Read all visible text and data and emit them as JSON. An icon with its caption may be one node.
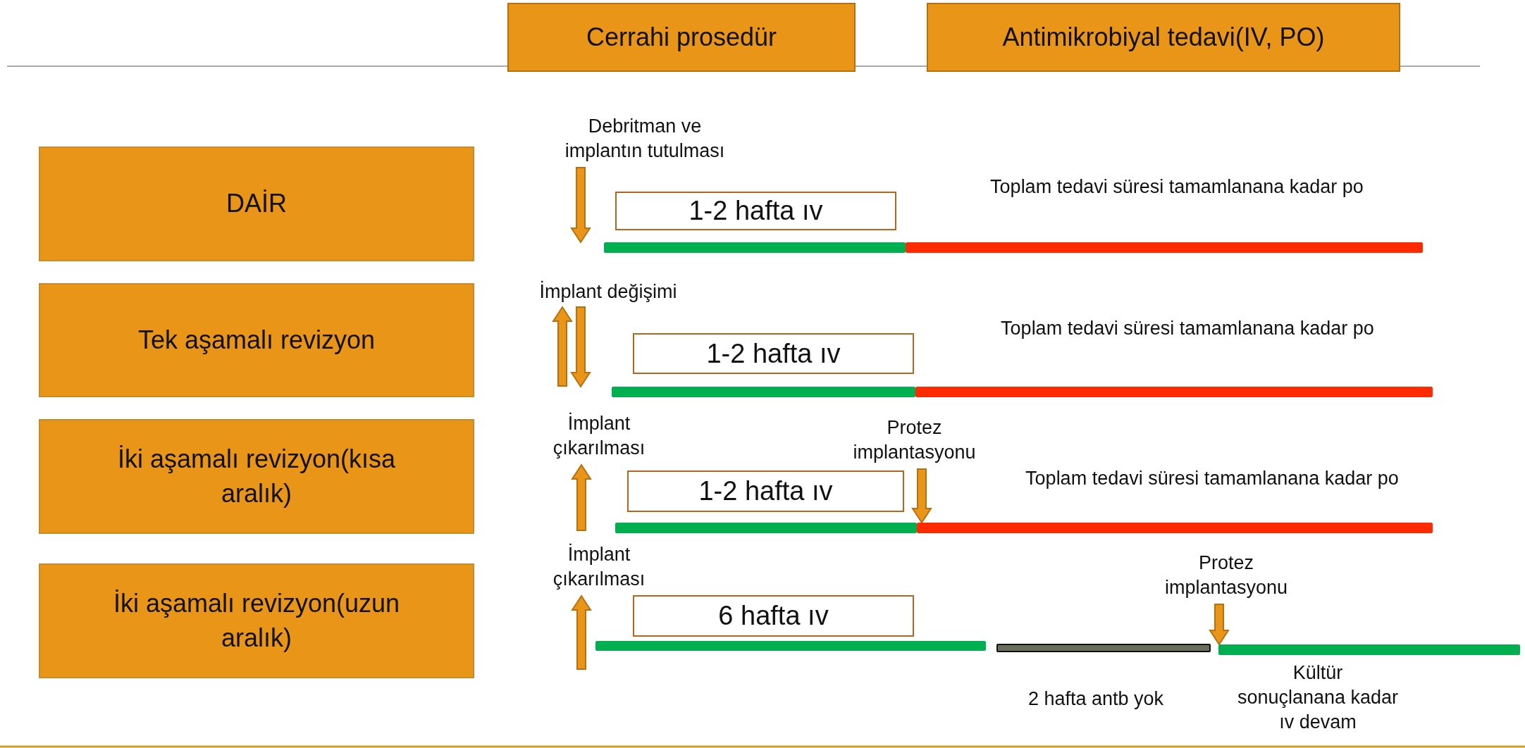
{
  "diagram": {
    "nodes": [
      {
        "text": [
          "Cerrahi prosedür"
        ]
      },
      {
        "text": [
          "Antimikrobiyal tedavi(IV, PO)"
        ]
      },
      {
        "text": [
          "Debritman ve implantın tutulması"
        ]
      },
      {
        "text": [
          "DAİR"
        ]
      },
      {
        "text": [
          "1-2 hafta ıv"
        ]
      },
      {
        "text": [],
        "shape": "bar"
      },
      {
        "text": [],
        "shape": "bar",
        "beside": [
          "Toplam tedavi süresi tamamlanana kadar po"
        ]
      },
      {
        "text": [
          "İmplant değişimi"
        ]
      },
      {
        "text": [
          "Tek aşamalı revizyon"
        ]
      },
      {
        "text": [
          "1-2 hafta ıv"
        ]
      },
      {
        "text": [],
        "shape": "bar"
      },
      {
        "text": [],
        "shape": "bar",
        "beside": [
          "Toplam tedavi süresi tamamlanana kadar po"
        ]
      },
      {
        "text": [
          "İmplant çıkarılması"
        ]
      },
      {
        "text": [
          "Protez implantasyonu"
        ]
      },
      {
        "text": [
          "İki aşamalı revizyon(kısa aralık)"
        ]
      },
      {
        "text": [
          "1-2 hafta ıv"
        ]
      },
      {
        "text": [],
        "shape": "bar"
      },
      {
        "text": [],
        "shape": "bar",
        "beside": [
          "Toplam tedavi süresi tamamlanana kadar po"
        ]
      },
      {
        "text": [
          "İmplant çıkarılması"
        ]
      },
      {
        "text": [
          "Protez implantasyonu"
        ]
      },
      {
        "text": [
          "İki aşamalı revizyon(uzun aralık)"
        ]
      },
      {
        "text": [
          "6 hafta ıv"
        ]
      },
      {
        "text": [],
        "shape": "bar"
      },
      {
        "text": [],
        "shape": "bar",
        "beside": [
          "2 hafta antb yok"
        ]
      },
      {
        "text": [],
        "shape": "bar",
        "beside": [
          "Kültür sonuçlanana kadar ıv devam"
        ]
      }
    ],
    "edges": [
      {
        "from": 2,
        "to": 5,
        "arrow": "to"
      },
      {
        "from": null,
        "to": 7,
        "arrow": "to"
      },
      {
        "from": 7,
        "to": 10,
        "arrow": "to"
      },
      {
        "from": null,
        "to": 12,
        "arrow": "to"
      },
      {
        "from": 13,
        "to": 17,
        "arrow": "to"
      },
      {
        "from": null,
        "to": 18,
        "arrow": "to"
      },
      {
        "from": 19,
        "to": 24,
        "arrow": "to"
      }
    ]
  }
}
